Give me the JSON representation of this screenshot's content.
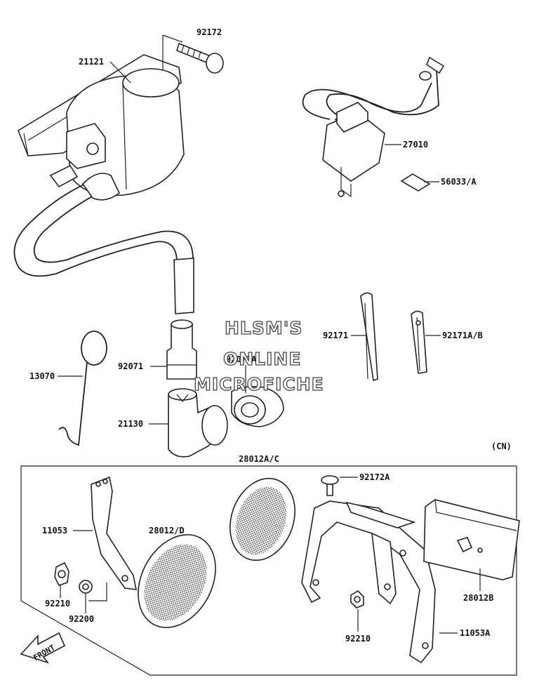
{
  "labels": {
    "p92172": "92172",
    "p21121": "21121",
    "p27010": "27010",
    "p56033": "56033/A",
    "p92171": "92171",
    "p92171ab": "92171A/B",
    "p13070": "13070",
    "p92071": "92071",
    "p92071a": "92071A",
    "p21130": "21130",
    "cn": "(CN)",
    "p28012ac": "28012A/C",
    "p92172a": "92172A",
    "p11053": "11053",
    "p28012d": "28012/D",
    "p28012b": "28012B",
    "p92210_left": "92210",
    "p92200": "92200",
    "p92210_right": "92210",
    "p11053a": "11053A"
  },
  "front_arrow": "FRONT",
  "watermark": {
    "line1": "HLSM'S",
    "line2": "ONLINE",
    "line3": "MICROFICHE"
  }
}
